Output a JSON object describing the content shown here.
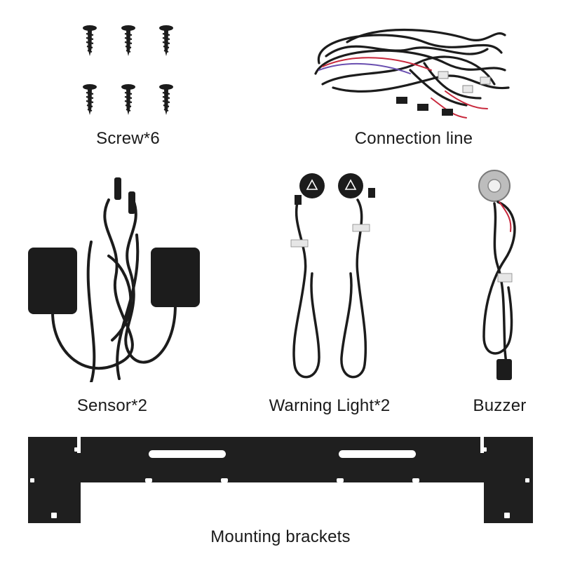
{
  "labels": {
    "screws": "Screw*6",
    "connection": "Connection line",
    "sensor": "Sensor*2",
    "warning_light": "Warning Light*2",
    "buzzer": "Buzzer",
    "brackets": "Mounting brackets"
  },
  "colors": {
    "background": "#ffffff",
    "part": "#1c1c1c",
    "label_text": "#1a1a1a",
    "wire_red": "#c8283c",
    "wire_purple": "#6a4fb0",
    "buzzer_face": "#c9c9c9"
  },
  "icons": {
    "warning_symbol": "warning-triangle-icon"
  }
}
